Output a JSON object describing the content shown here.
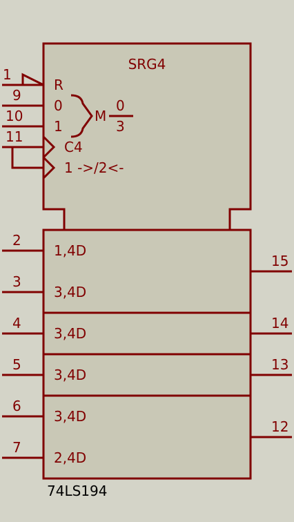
{
  "colors": {
    "background": "#d4d4c8",
    "body_fill": "#c9c8b6",
    "stroke": "#800000",
    "text": "#800000",
    "caption": "#000000"
  },
  "control": {
    "title": "SRG4",
    "r": "R",
    "m0": "0",
    "m1": "1",
    "m": "M",
    "m_low": "0",
    "m_high": "3",
    "c4": "C4",
    "shift": "1 ->/2<-"
  },
  "pins": {
    "p1": "1",
    "p9": "9",
    "p10": "10",
    "p11": "11",
    "p2": "2",
    "p3": "3",
    "p4": "4",
    "p5": "5",
    "p6": "6",
    "p7": "7",
    "p15": "15",
    "p14": "14",
    "p13": "13",
    "p12": "12"
  },
  "cells": {
    "d1": "1,4D",
    "d2": "3,4D",
    "d3": "3,4D",
    "d4": "3,4D",
    "d5": "3,4D",
    "d6": "2,4D"
  },
  "part_name": "74LS194"
}
